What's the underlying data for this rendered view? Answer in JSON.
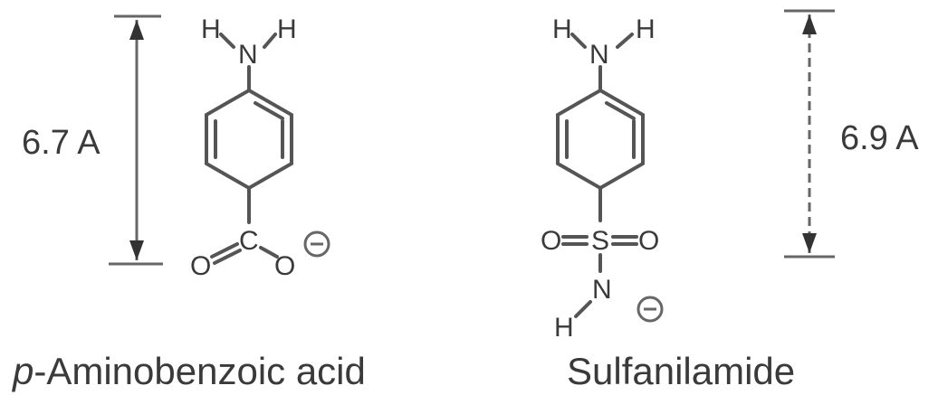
{
  "atoms": {
    "H": "H",
    "N": "N",
    "C": "C",
    "O": "O",
    "S": "S",
    "minus": "−"
  },
  "paba": {
    "distance_label": "6.7 A",
    "name_italic_prefix": "p",
    "name_rest": "-Aminobenzoic acid"
  },
  "sulfanilamide": {
    "distance_label": "6.9 A",
    "name": "Sulfanilamide"
  },
  "colors": {
    "ink": "#3a3a3a",
    "bond": "#555555"
  }
}
